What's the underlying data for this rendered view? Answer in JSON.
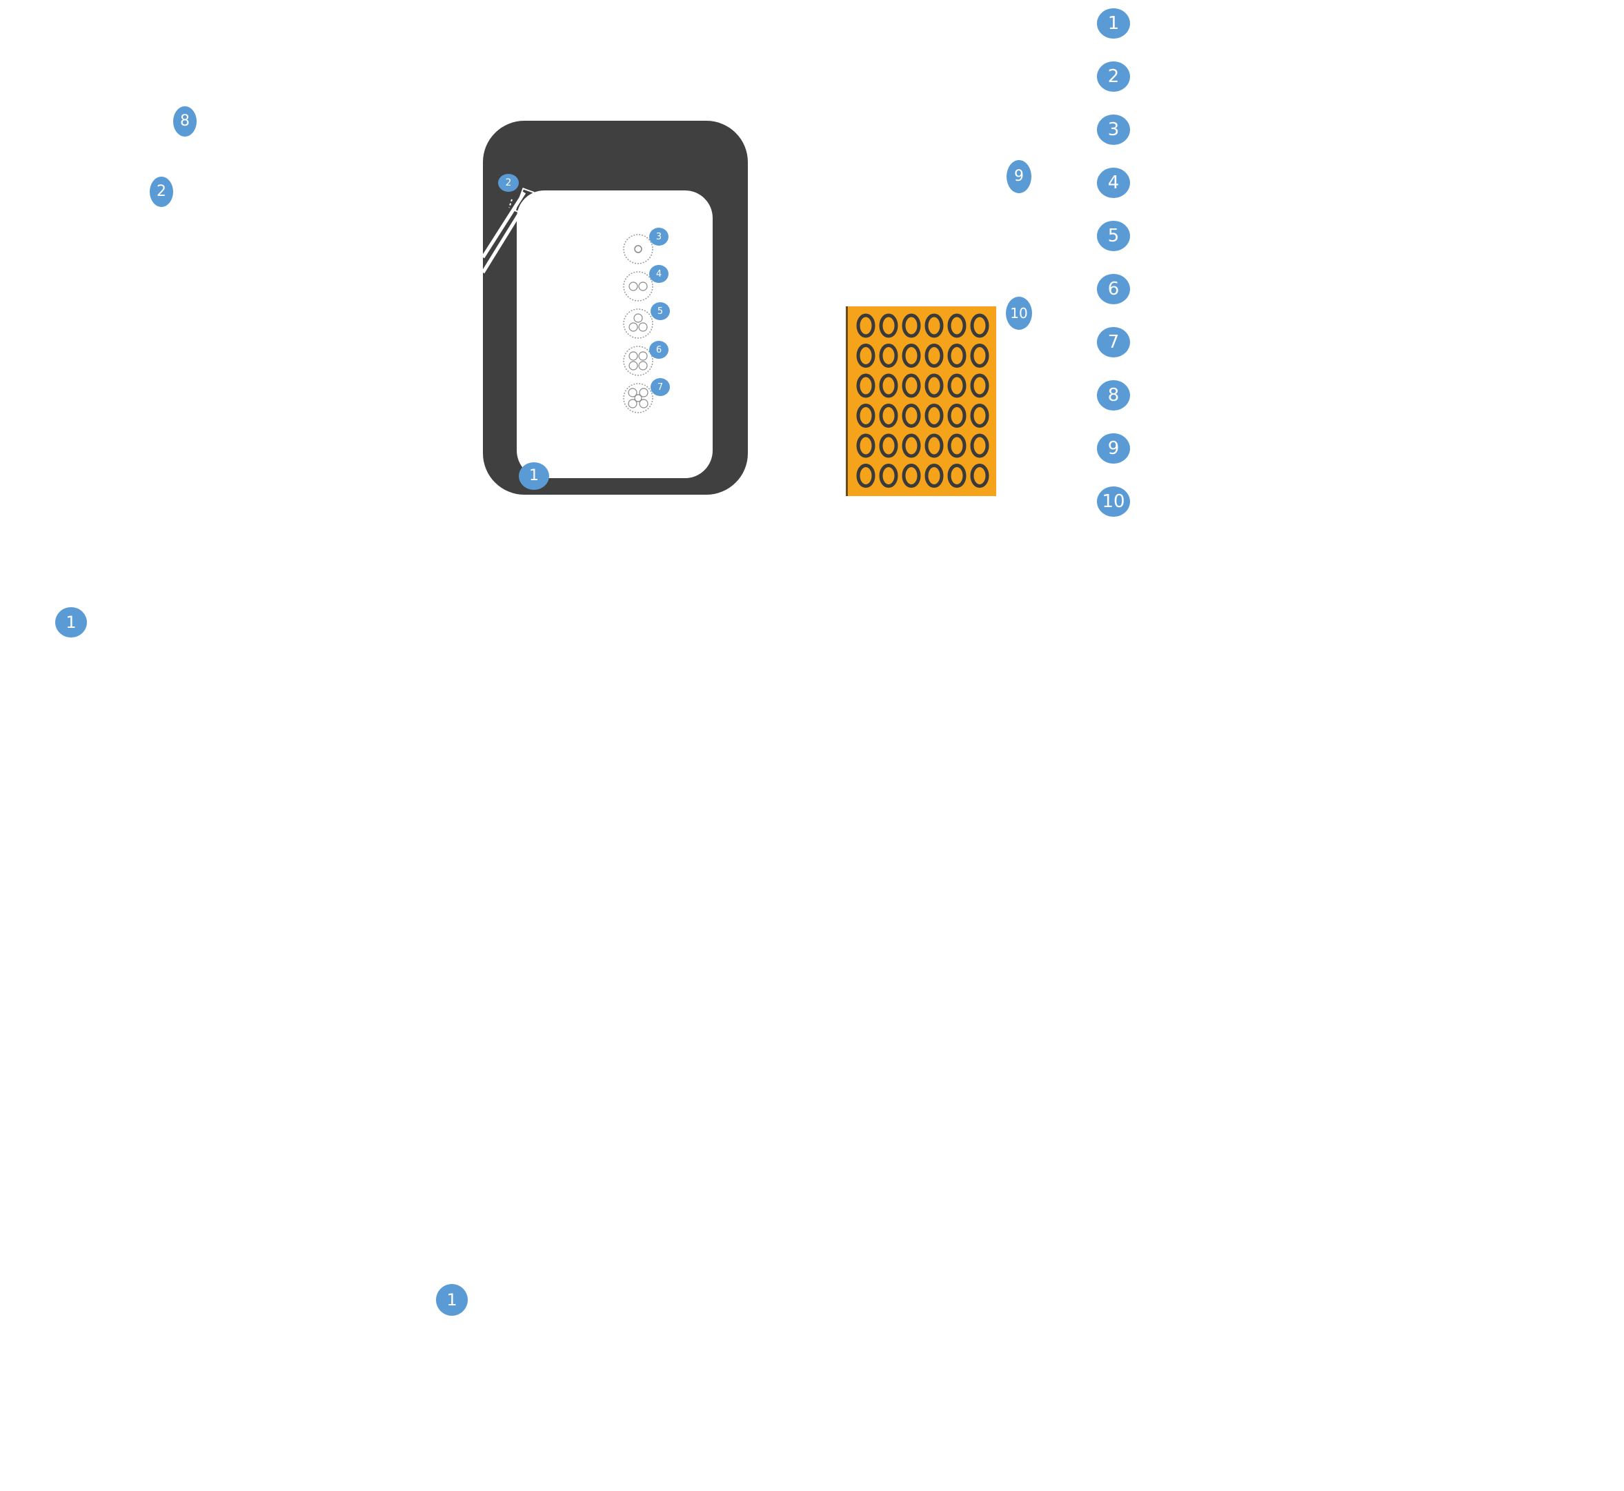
{
  "colors": {
    "badge": "#5b9bd5",
    "device_frame": "#404040",
    "array_panel": "#f5a31a",
    "array_ring": "#3a3a3a"
  },
  "legend": [
    "1",
    "2",
    "3",
    "4",
    "5",
    "6",
    "7",
    "8",
    "9",
    "10"
  ],
  "left_labels": {
    "a": "8",
    "b": "2",
    "c": "1"
  },
  "device": {
    "callout_top": "2",
    "callout_bottom": "1",
    "stage_labels": [
      "3",
      "4",
      "5",
      "6",
      "7"
    ],
    "stage_dot_counts": [
      1,
      2,
      3,
      4,
      5
    ]
  },
  "array": {
    "label_top": "9",
    "label_side": "10",
    "rows": 6,
    "cols": 6
  },
  "bottom_label": "1"
}
